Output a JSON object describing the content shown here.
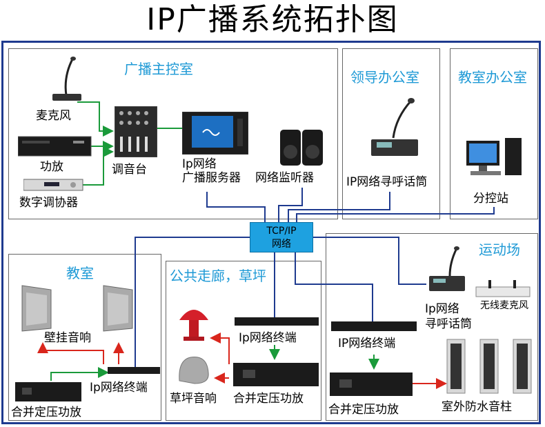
{
  "title": "IP广播系统拓扑图",
  "hub": {
    "line1": "TCP/IP",
    "line2": "网络"
  },
  "rooms": {
    "control": {
      "title": "广播主控室",
      "mic": "麦克风",
      "amp": "功放",
      "tuner": "数字调协器",
      "mixer": "调音台",
      "server_line1": "Ip网络",
      "server_line2": "广播服务器",
      "monitor": "网络监听器"
    },
    "leader": {
      "title": "领导办公室",
      "device": "IP网络寻呼话筒"
    },
    "teacher": {
      "title": "教室办公室",
      "device": "分控站"
    },
    "classroom": {
      "title": "教室",
      "speaker": "壁挂音响",
      "terminal": "Ip网络终端",
      "amp": "合并定压功放"
    },
    "corridor": {
      "title": "公共走廊，草坪",
      "terminal": "Ip网络终端",
      "lawn": "草坪音响",
      "amp": "合并定压功放"
    },
    "field": {
      "title": "运动场",
      "pager_line1": "Ip网络",
      "pager_line2": "寻呼话筒",
      "wireless": "无线麦克风",
      "terminal": "IP网络终端",
      "amp": "合并定压功放",
      "column": "室外防水音柱"
    }
  },
  "colors": {
    "network": "#1e3a8f",
    "audio_in": "#1a9a3a",
    "audio_out": "#d9261c",
    "room_title": "#1f9ad6",
    "hub": "#1ea1e0"
  }
}
